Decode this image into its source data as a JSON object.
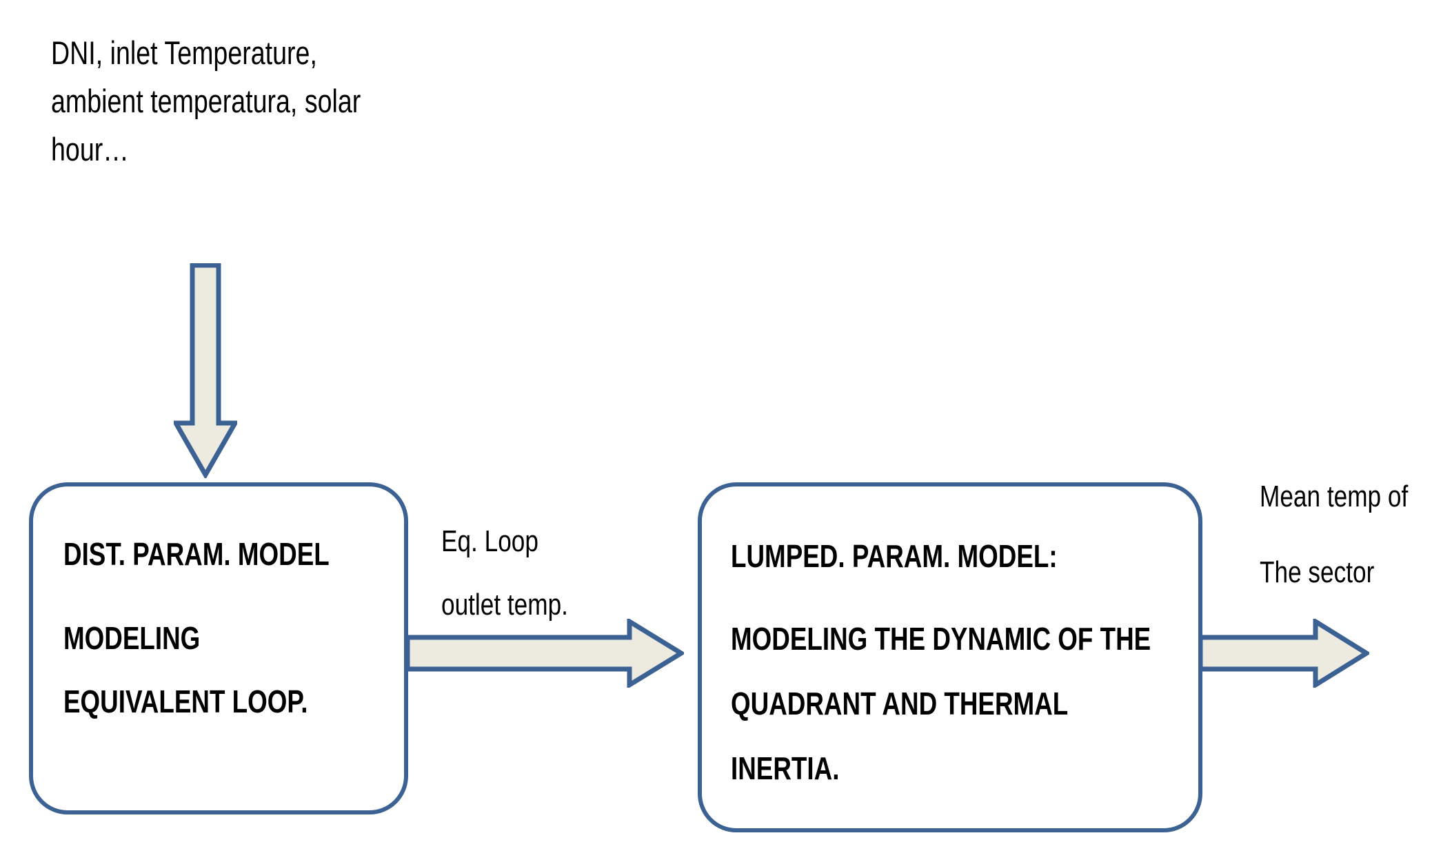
{
  "diagram": {
    "title": "Two-stage solar field model block diagram",
    "colors": {
      "arrow_fill": "#EDEAE0",
      "arrow_stroke": "#3C6193",
      "box_stroke": "#3C6193",
      "box_fill": "#FFFFFF",
      "text": "#000000",
      "background": "#FFFFFF"
    },
    "input_annotation": {
      "name": "inputs-label",
      "lines": [
        "DNI, inlet Temperature,",
        "ambient temperatura, solar",
        "hour…"
      ]
    },
    "boxes": [
      {
        "id": "dist-param-model",
        "lines": [
          "DIST. PARAM. MODEL",
          "MODELING",
          "EQUIVALENT LOOP."
        ]
      },
      {
        "id": "lumped-param-model",
        "lines": [
          "LUMPED. PARAM. MODEL:",
          "MODELING THE DYNAMIC OF THE",
          "QUADRANT AND THERMAL",
          "INERTIA."
        ]
      }
    ],
    "mid_annotation": {
      "name": "intermediate-signal-label",
      "lines": [
        "Eq. Loop",
        "outlet temp."
      ]
    },
    "output_annotation": {
      "name": "output-signal-label",
      "lines": [
        "Mean temp of",
        "The sector"
      ]
    },
    "arrows": [
      {
        "id": "input-arrow",
        "direction": "down",
        "icon": "block-arrow-down-icon"
      },
      {
        "id": "stage-link-arrow",
        "direction": "right",
        "icon": "block-arrow-right-icon"
      },
      {
        "id": "output-arrow",
        "direction": "right",
        "icon": "block-arrow-right-icon"
      }
    ]
  }
}
